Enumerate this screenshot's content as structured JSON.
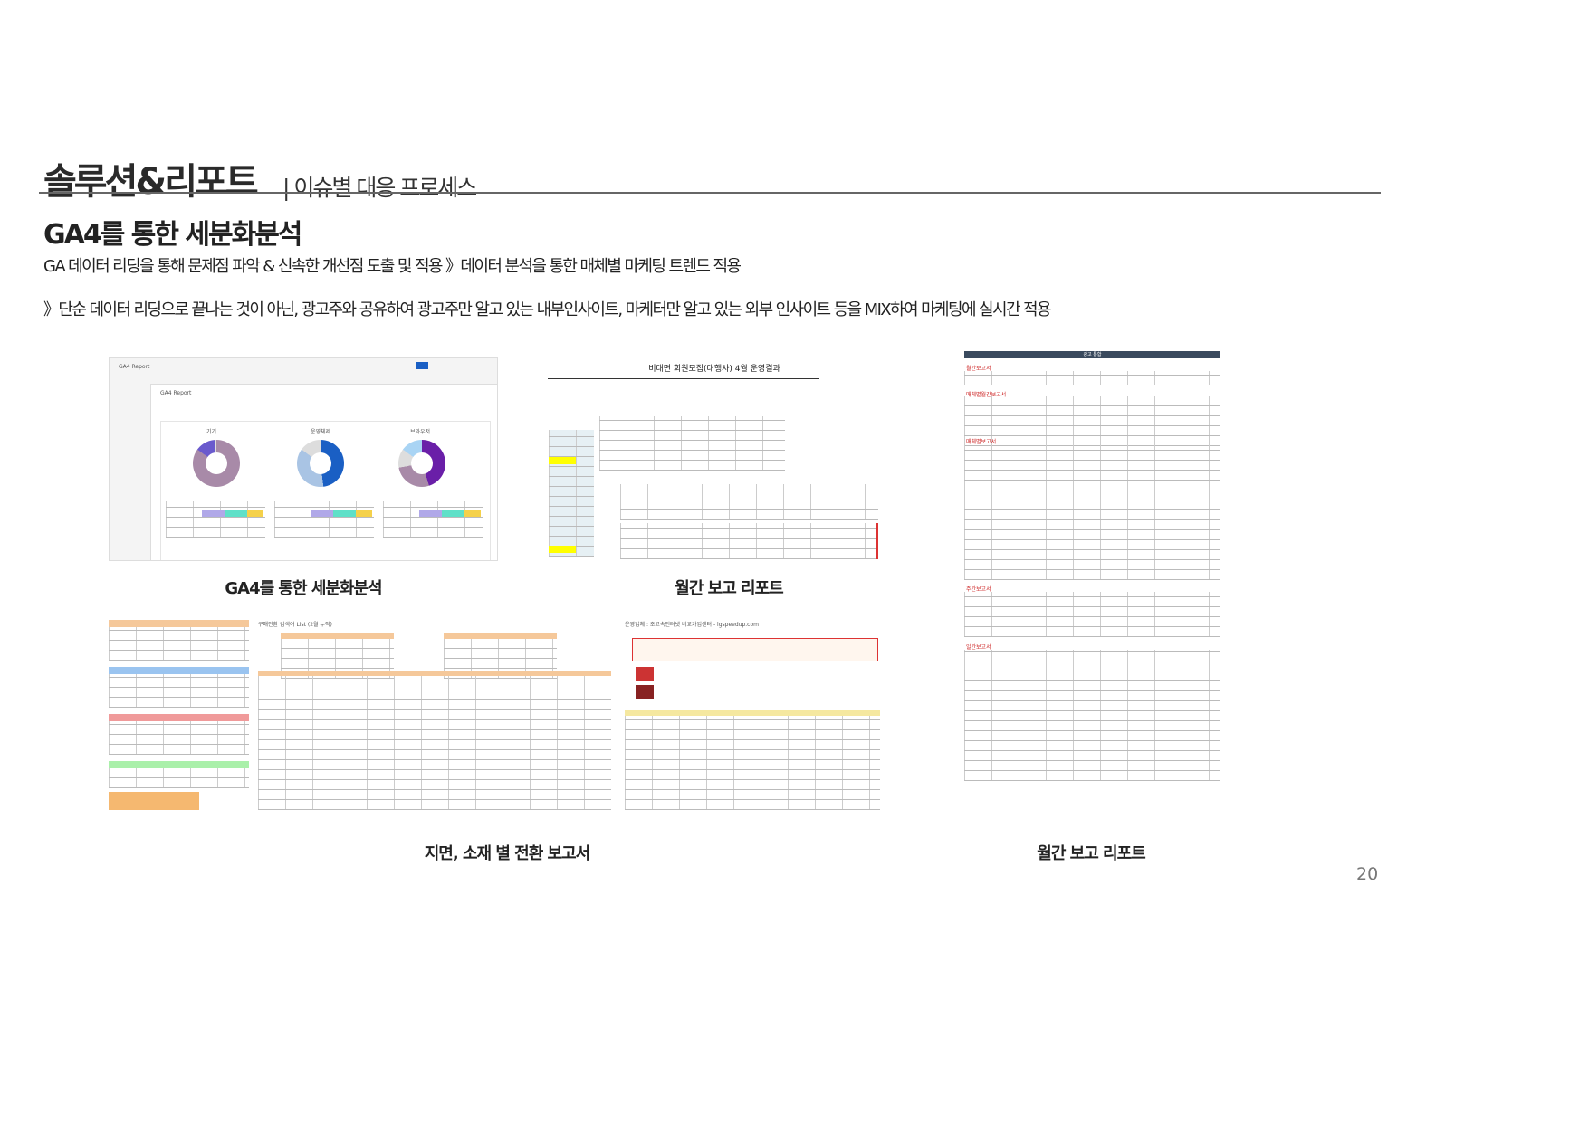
{
  "header": {
    "title": "솔루션&리포트",
    "subtitle": "| 이슈별 대응 프로세스"
  },
  "section": {
    "title": "GA4를 통한 세분화분석",
    "line1": "GA 데이터 리딩을 통해 문제점 파악 & 신속한 개선점 도출 및 적용 》데이터 분석을 통한 매체별 마케팅 트렌드 적용",
    "line2": "》단순 데이터 리딩으로 끝나는 것이 아닌, 광고주와 공유하여 광고주만 알고 있는 내부인사이트, 마케터만 알고 있는 외부 인사이트 등을 MIX하여 마케팅에 실시간 적용"
  },
  "figures": {
    "ga4": {
      "caption": "GA4를 통한 세분화분석",
      "app": "GA4 Report",
      "charts": [
        "기기",
        "운영체제",
        "브라우저"
      ]
    },
    "monthly1": {
      "caption": "월간 보고 리포트",
      "doc_title": "비대면 회원모집(대행사) 4월 운영결과"
    },
    "conversion": {
      "caption": "지면, 소재 별 전환 보고서",
      "list_title": "구매전환 검색어 List (2월 누적)",
      "site": "운영업체 : 초고속인터넷 비교가입센터 - lgspeedup.com"
    },
    "monthly2": {
      "caption": "월간 보고 리포트",
      "header": "광고 통합",
      "sections": [
        "월간보고서",
        "매체별월간보고서",
        "매체별보고서",
        "주간보고서",
        "일간보고서"
      ]
    }
  },
  "page_number": "20",
  "colors": {
    "accent_blue": "#1a5fc4",
    "purple": "#a88aa8",
    "teal": "#5fe0c8",
    "yellow": "#f5d14a",
    "red": "#d33"
  }
}
